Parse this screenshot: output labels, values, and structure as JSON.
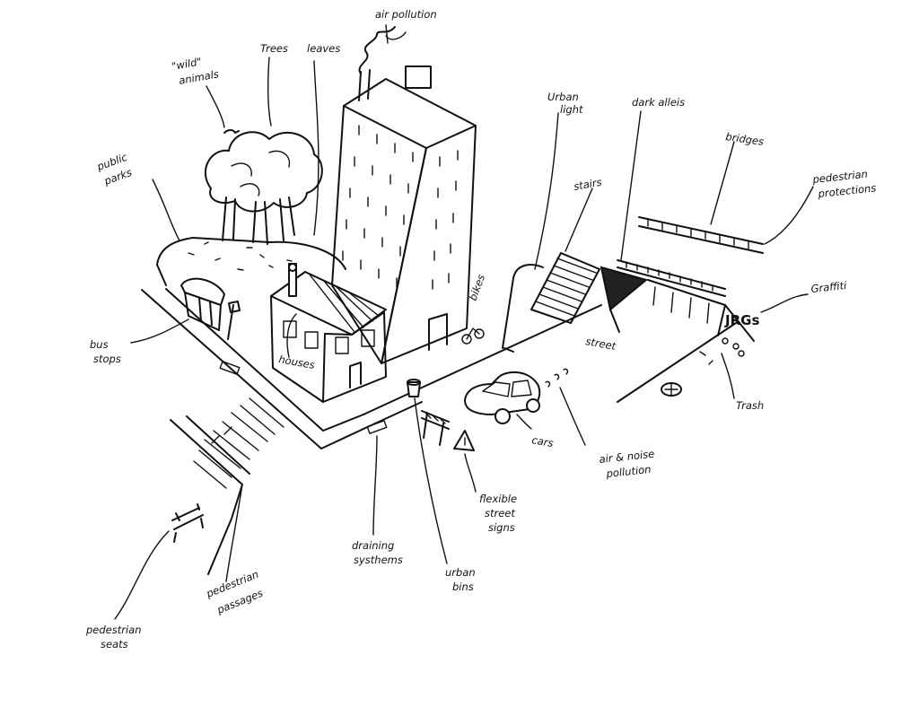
{
  "labels": {
    "air_pollution": "air pollution",
    "wild_animals_1": "\"wild\"",
    "wild_animals_2": "animals",
    "trees": "Trees",
    "leaves": "leaves",
    "urban_light_1": "Urban",
    "urban_light_2": "light",
    "dark_alleys": "dark alleis",
    "bridges": "bridges",
    "public_parks_1": "public",
    "public_parks_2": "parks",
    "stairs": "stairs",
    "pedestrian_protections_1": "pedestrian",
    "pedestrian_protections_2": "protections",
    "graffiti": "Graffiti",
    "graffiti_tag": "JRGs",
    "bikes": "bikes",
    "street": "street",
    "bus_stops_1": "bus",
    "bus_stops_2": "stops",
    "houses": "houses",
    "trash": "Trash",
    "cars": "cars",
    "air_noise_1": "air & noise",
    "air_noise_2": "pollution",
    "flexible_signs_1": "flexible",
    "flexible_signs_2": "street",
    "flexible_signs_3": "signs",
    "draining_1": "draining",
    "draining_2": "systhems",
    "urban_bins_1": "urban",
    "urban_bins_2": "bins",
    "pedestrian_passages_1": "pedestrian",
    "pedestrian_passages_2": "passages",
    "pedestrian_seats_1": "pedestrian",
    "pedestrian_seats_2": "seats"
  }
}
